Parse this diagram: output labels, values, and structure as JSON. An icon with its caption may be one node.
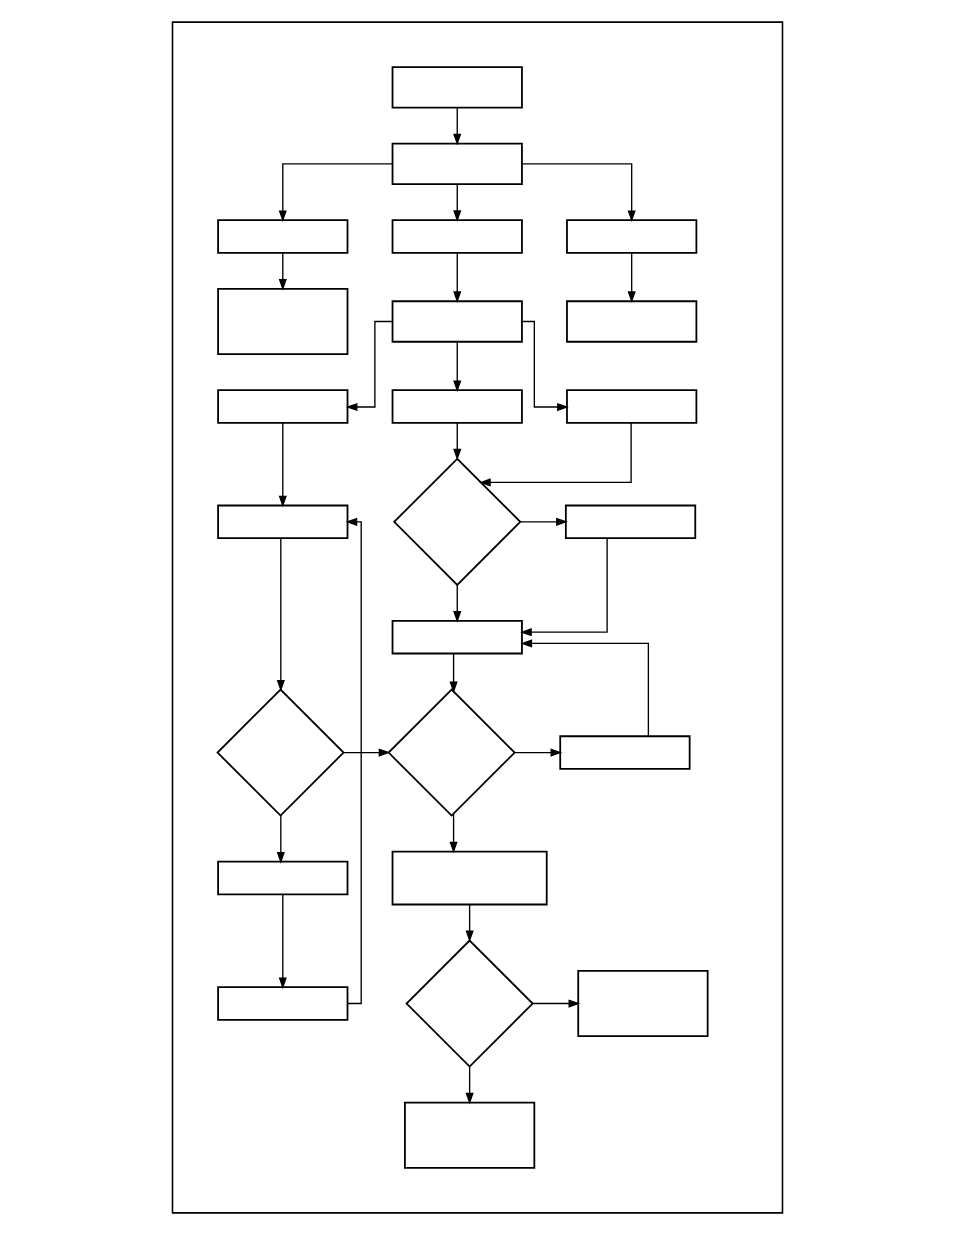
{
  "diagram": {
    "nodes": [
      {
        "text": [],
        "shape": "box"
      },
      {
        "text": [],
        "shape": "box",
        "in": 0
      },
      {
        "text": [],
        "shape": "box",
        "in": 0
      },
      {
        "text": [],
        "shape": "box",
        "in": 0
      },
      {
        "text": [],
        "shape": "box",
        "in": 0
      },
      {
        "text": [],
        "shape": "box",
        "in": 0
      },
      {
        "text": [],
        "shape": "box",
        "in": 0
      },
      {
        "text": [],
        "shape": "box",
        "in": 0
      },
      {
        "text": [],
        "shape": "box",
        "in": 0
      },
      {
        "text": [],
        "shape": "box",
        "in": 0
      },
      {
        "text": [],
        "shape": "box",
        "in": 0
      },
      {
        "text": [],
        "shape": "box",
        "in": 0
      },
      {
        "text": [],
        "shape": "box",
        "in": 0
      },
      {
        "text": [],
        "shape": "diamond",
        "in": 0
      },
      {
        "text": [],
        "shape": "box",
        "in": 0
      },
      {
        "text": [],
        "shape": "box",
        "in": 0
      },
      {
        "text": [],
        "shape": "diamond",
        "in": 0
      },
      {
        "text": [],
        "shape": "diamond",
        "in": 0
      },
      {
        "text": [],
        "shape": "box",
        "in": 0
      },
      {
        "text": [],
        "shape": "box",
        "in": 0
      },
      {
        "text": [],
        "shape": "box",
        "in": 0
      },
      {
        "text": [],
        "shape": "diamond",
        "in": 0
      },
      {
        "text": [],
        "shape": "box",
        "in": 0
      },
      {
        "text": [],
        "shape": "box",
        "in": 0
      },
      {
        "text": [],
        "shape": "box",
        "in": 0
      }
    ],
    "edges": [
      {
        "from": 1,
        "to": 2,
        "arrow": "to"
      },
      {
        "from": 2,
        "to": 3,
        "arrow": "to"
      },
      {
        "from": 2,
        "to": 4,
        "arrow": "to"
      },
      {
        "from": 2,
        "to": 5,
        "arrow": "to"
      },
      {
        "from": 3,
        "to": 6,
        "arrow": "to"
      },
      {
        "from": 4,
        "to": 7,
        "arrow": "to"
      },
      {
        "from": 5,
        "to": 8,
        "arrow": "to"
      },
      {
        "from": 7,
        "to": 9,
        "arrow": "to"
      },
      {
        "from": 7,
        "to": 10,
        "arrow": "to"
      },
      {
        "from": 7,
        "to": 11,
        "arrow": "to"
      },
      {
        "from": 9,
        "to": 12,
        "arrow": "to"
      },
      {
        "from": 10,
        "to": 13,
        "arrow": "to"
      },
      {
        "from": 11,
        "to": 13,
        "arrow": "to"
      },
      {
        "from": 12,
        "to": 16,
        "arrow": "to"
      },
      {
        "from": 13,
        "to": 14,
        "arrow": "to"
      },
      {
        "from": 13,
        "to": 15,
        "arrow": "to"
      },
      {
        "from": 14,
        "to": 15,
        "arrow": "to"
      },
      {
        "from": 18,
        "to": 15,
        "arrow": "to"
      },
      {
        "from": 15,
        "to": 17,
        "arrow": "to"
      },
      {
        "from": 16,
        "to": 17,
        "arrow": "to"
      },
      {
        "from": 16,
        "to": 20,
        "arrow": "to"
      },
      {
        "from": 17,
        "to": 18,
        "arrow": "to"
      },
      {
        "from": 17,
        "to": 19,
        "arrow": "to"
      },
      {
        "from": 19,
        "to": 21,
        "arrow": "to"
      },
      {
        "from": 20,
        "to": 23,
        "arrow": "to"
      },
      {
        "from": 21,
        "to": 22,
        "arrow": "to"
      },
      {
        "from": 21,
        "to": 24,
        "arrow": "to"
      },
      {
        "from": 23,
        "to": 12,
        "arrow": "to"
      }
    ]
  }
}
